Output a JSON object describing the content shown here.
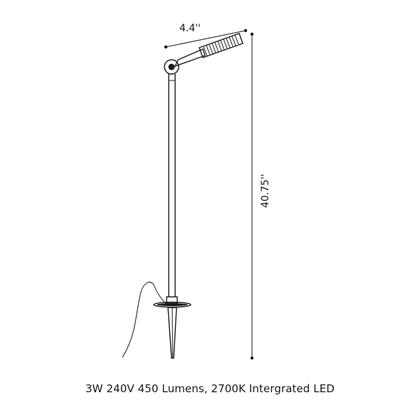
{
  "dimensions": {
    "width_label": "4.4''",
    "height_label": "40.75''"
  },
  "caption": "3W 240V 450 Lumens, 2700K Intergrated LED"
}
